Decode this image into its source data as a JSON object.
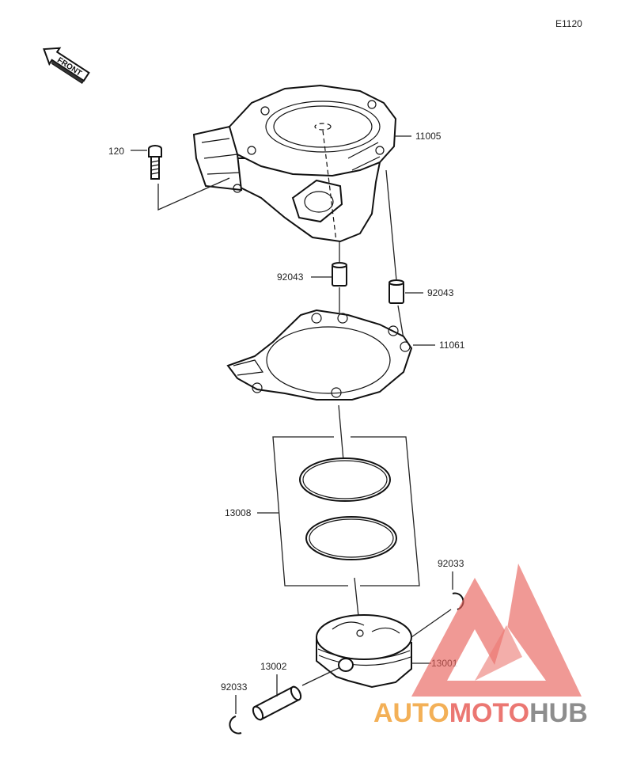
{
  "diagram_code": "E1120",
  "front_label": "FRONT",
  "watermark": {
    "text_auto": "AUTO",
    "text_moto": "MOTO",
    "text_hub": "HUB",
    "color_orange": "#f2a33a",
    "color_red": "#e8605a",
    "color_grey": "#7a7a7a"
  },
  "parts": {
    "cylinder": "11005",
    "bolt": "120",
    "dowel_left": "92043",
    "dowel_right": "92043",
    "gasket": "11061",
    "ring_set": "13008",
    "circlip_top": "92033",
    "piston": "13001",
    "piston_pin": "13002",
    "circlip_bottom": "92033"
  }
}
